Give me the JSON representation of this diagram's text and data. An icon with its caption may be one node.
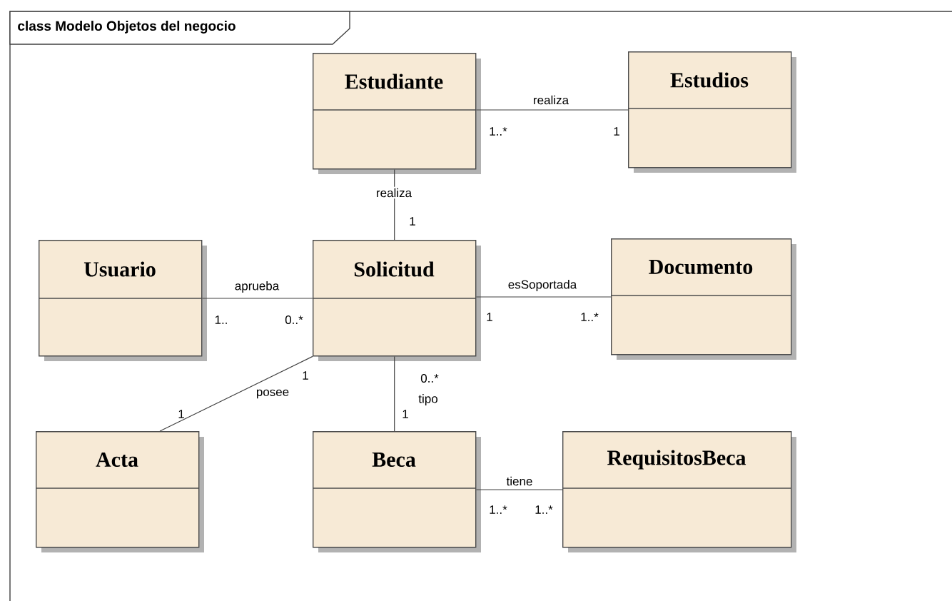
{
  "diagram": {
    "title": "class Modelo Objetos del negocio",
    "nodes": [
      {
        "text": [
          "Estudiante"
        ]
      },
      {
        "text": [
          "Estudios"
        ]
      },
      {
        "text": [
          "Usuario"
        ]
      },
      {
        "text": [
          "Solicitud"
        ]
      },
      {
        "text": [
          "Documento"
        ]
      },
      {
        "text": [
          "Acta"
        ]
      },
      {
        "text": [
          "Beca"
        ]
      },
      {
        "text": [
          "RequisitosBeca"
        ]
      }
    ],
    "edges": [
      {
        "from": 0,
        "to": 1,
        "arrow": "none",
        "label": "realiza"
      },
      {
        "from": 0,
        "to": 3,
        "arrow": "none",
        "label": "realiza"
      },
      {
        "from": 2,
        "to": 3,
        "arrow": "none",
        "label": "aprueba"
      },
      {
        "from": 3,
        "to": 4,
        "arrow": "none",
        "label": "esSoportada"
      },
      {
        "from": 3,
        "to": 5,
        "arrow": "none",
        "label": "posee"
      },
      {
        "from": 3,
        "to": 6,
        "arrow": "none",
        "label": "tipo"
      },
      {
        "from": 6,
        "to": 7,
        "arrow": "none",
        "label": "tiene"
      }
    ],
    "labels": [
      "1..*",
      "1",
      "1",
      "1..",
      "0..*",
      "1",
      "1..*",
      "1",
      "1",
      "0..*",
      "1",
      "1..*",
      "1..*"
    ]
  }
}
